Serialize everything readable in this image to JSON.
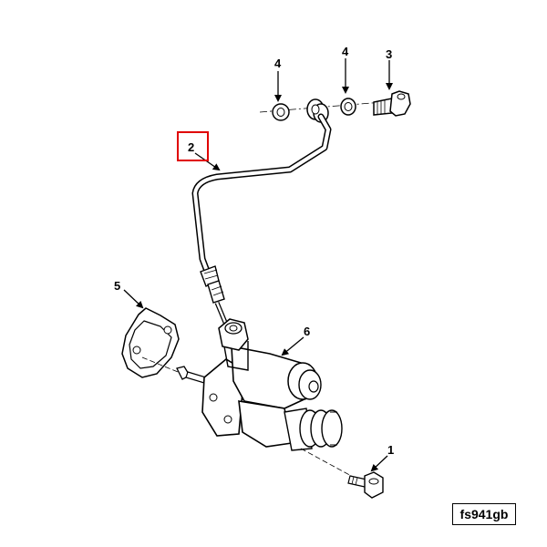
{
  "callouts": {
    "c1": "1",
    "c2": "2",
    "c3": "3",
    "c4a": "4",
    "c4b": "4",
    "c5": "5",
    "c6": "6"
  },
  "figure_code": "fs941gb",
  "highlight_color": "#e00000",
  "line_color": "#000000"
}
